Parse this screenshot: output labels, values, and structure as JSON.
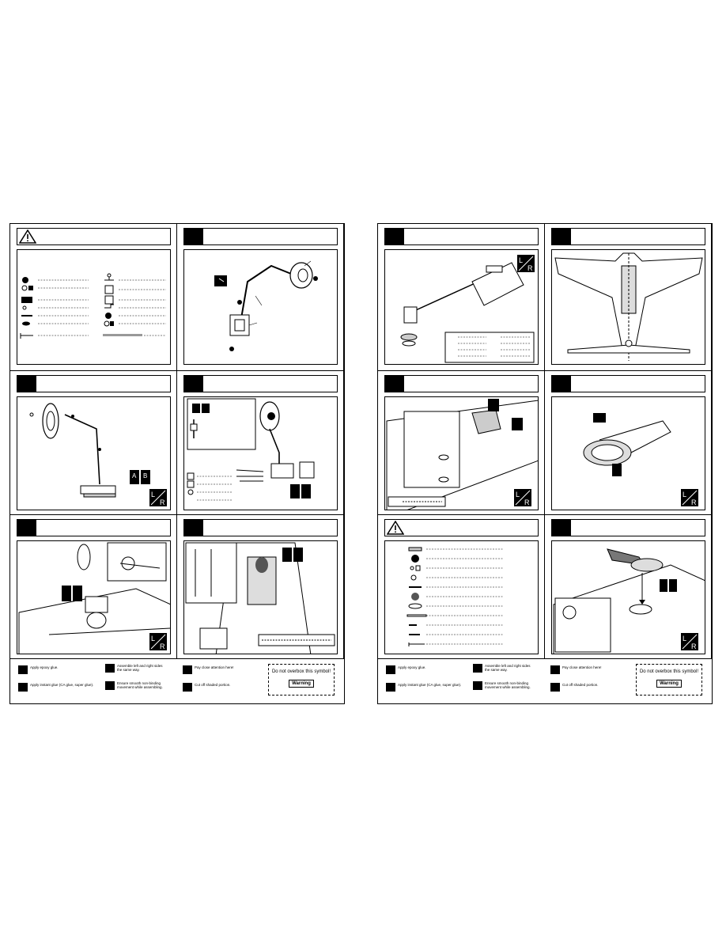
{
  "legend": {
    "epoxy": "Apply epoxy glue.",
    "instant": "Apply instant glue (CA glue, super glue).",
    "lr": "Assemble left and right sides\nthe same way.",
    "smooth": "Ensure smooth non-binding\nmovement while assembling.",
    "attention": "Pay close attention here!",
    "cut": "Cut off shaded portion.",
    "overbox": "Do not overbox this symbol!",
    "warning_label": "Warning"
  },
  "badges": {
    "a": "A",
    "b": "B",
    "l": "L",
    "r": "R"
  },
  "icons": [
    "warning-triangle-icon",
    "lr-icon",
    "epoxy-ab-icon",
    "ca-glue-icon",
    "smooth-movement-icon",
    "attention-hand-icon",
    "cut-icon"
  ]
}
